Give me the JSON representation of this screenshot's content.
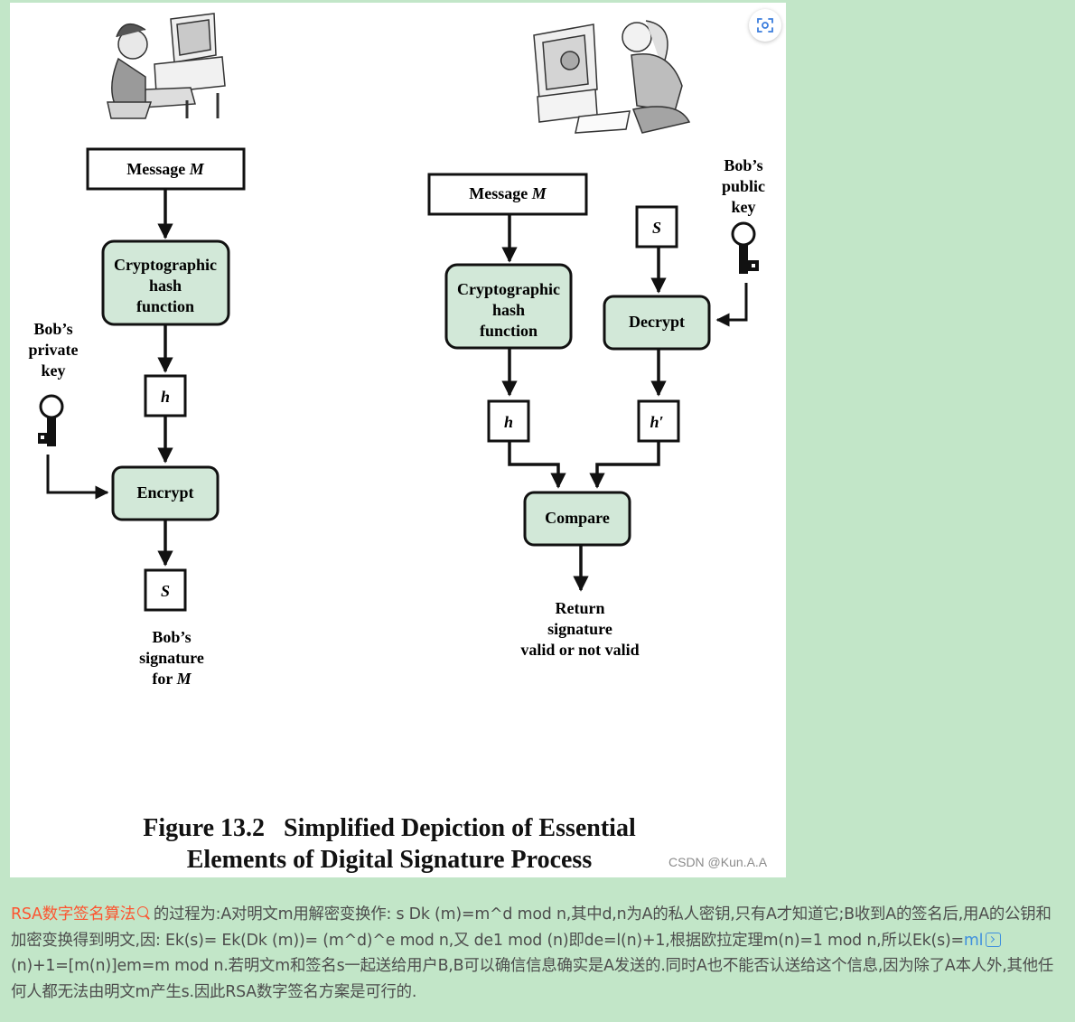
{
  "figure": {
    "left": {
      "message_label": "Message",
      "message_var": "M",
      "hash_line1": "Cryptographic",
      "hash_line2": "hash",
      "hash_line3": "function",
      "h_label": "h",
      "key_line1": "Bob’s",
      "key_line2": "private",
      "key_line3": "key",
      "encrypt_label": "Encrypt",
      "s_label": "S",
      "sig_line1": "Bob’s",
      "sig_line2": "signature",
      "sig_line3_prefix": "for",
      "sig_line3_var": "M"
    },
    "right": {
      "message_label": "Message",
      "message_var": "M",
      "hash_line1": "Cryptographic",
      "hash_line2": "hash",
      "hash_line3": "function",
      "s_label": "S",
      "key_line1": "Bob’s",
      "key_line2": "public",
      "key_line3": "key",
      "decrypt_label": "Decrypt",
      "h_label": "h",
      "hprime_label": "h′",
      "compare_label": "Compare",
      "return_line1": "Return",
      "return_line2": "signature",
      "return_line3": "valid or not valid"
    },
    "caption_line1": "Figure 13.2   Simplified Depiction of Essential",
    "caption_line2": "Elements of Digital Signature Process",
    "watermark": "CSDN @Kun.A.A",
    "colors": {
      "box_fill": "#d2e8d8",
      "stroke": "#111111"
    }
  },
  "paragraph": {
    "link_text": "RSA数字签名算法",
    "text1": "的过程为:A对明文m用解密变换作: s Dk (m)=m^d mod n,其中d,n为A的私人密钥,只有A才知道它;B收到A的签名后,用A的公钥和加密变换得到明文,因: Ek(s)= Ek(Dk (m))= (m^d)^e mod n,又  de1 mod (n)即de=l(n)+1,根据欧拉定理m(n)=1 mod n,所以Ek(s)=",
    "code_link": "ml",
    "text2": "(n)+1=[m(n)]em=m mod n.若明文m和签名s一起送给用户B,B可以确信信息确实是A发送的.同时A也不能否认送给这个信息,因为除了A本人外,其他任何人都无法由明文m产生s.因此RSA数字签名方案是可行的."
  }
}
